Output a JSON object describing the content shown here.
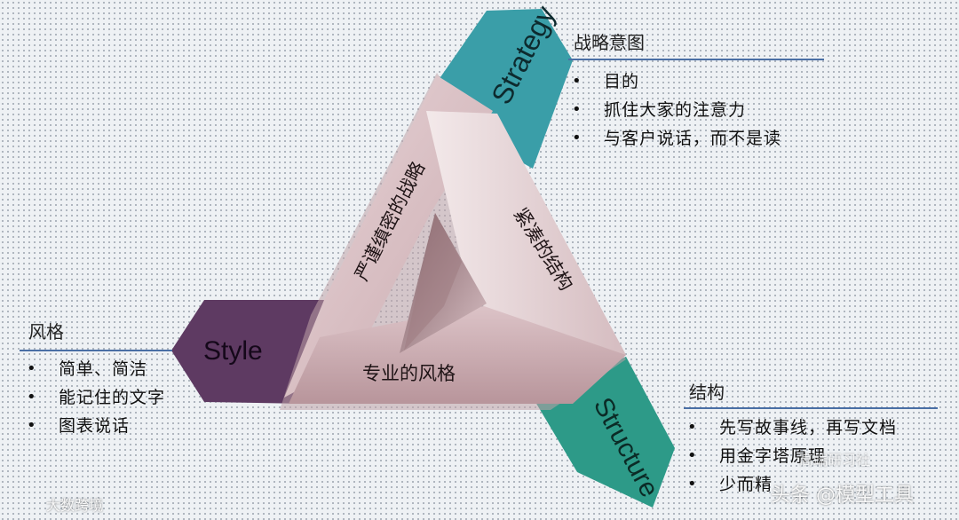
{
  "triangle": {
    "left_side": "严谨缜密的战略",
    "right_side": "紧凑的结构",
    "bottom_side": "专业的风格"
  },
  "ribbons": {
    "strategy": {
      "label": "Strategy",
      "color": "#3a9ea8"
    },
    "style": {
      "label": "Style",
      "color": "#5e3a62"
    },
    "structure": {
      "label": "Structure",
      "color": "#2d9a88"
    }
  },
  "sections": {
    "strategy": {
      "title": "战略意图",
      "items": [
        "目的",
        "抓住大家的注意力",
        "与客户说话，而不是读"
      ]
    },
    "style": {
      "title": "风格",
      "items": [
        "简单、简洁",
        "能记住的文字",
        "图表说话"
      ]
    },
    "structure": {
      "title": "结构",
      "items": [
        "先写故事线，再写文档",
        "用金字塔原理",
        "少而精"
      ]
    }
  },
  "watermarks": {
    "bottom_left": "大数跨境",
    "bottom_right": "头条 @模型工具",
    "center_right": "高端研习社"
  }
}
